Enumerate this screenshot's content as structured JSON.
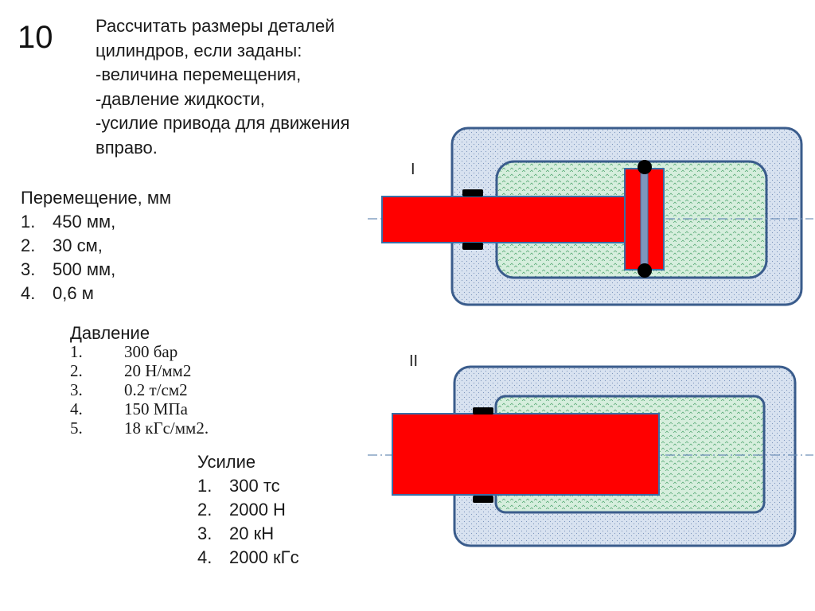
{
  "slide_number": "10",
  "task": {
    "lines": [
      "Рассчитать размеры деталей",
      "цилиндров, если заданы:",
      "-величина перемещения,",
      "-давление жидкости,",
      "-усилие привода для движения",
      "вправо."
    ]
  },
  "displacement": {
    "title": "Перемещение, мм",
    "items": [
      {
        "num": "1.",
        "value": "450 мм,"
      },
      {
        "num": "2.",
        "value": "30 см,"
      },
      {
        "num": "3.",
        "value": "500 мм,"
      },
      {
        "num": "4.",
        "value": "0,6 м"
      }
    ]
  },
  "pressure": {
    "title": "Давление",
    "items": [
      {
        "num": "1.",
        "value": "300 бар"
      },
      {
        "num": "2.",
        "value": "20  Н/мм2"
      },
      {
        "num": "3.",
        "value": "0.2 т/см2"
      },
      {
        "num": "4.",
        "value": "150  МПа"
      },
      {
        "num": "5.",
        "value": "18 кГс/мм2."
      }
    ]
  },
  "force": {
    "title": "Усилие",
    "items": [
      {
        "num": "1.",
        "value": "300 тс"
      },
      {
        "num": "2.",
        "value": "2000 Н"
      },
      {
        "num": "3.",
        "value": "20 кН"
      },
      {
        "num": "4.",
        "value": "2000 кГс"
      }
    ]
  },
  "diagram": {
    "label_cylinder_1": "I",
    "label_cylinder_2": "II",
    "colors": {
      "outer_fill": "#d8e2f0",
      "outline": "#3a5c8c",
      "fluid_fill": "#d6eedd",
      "fluid_mark": "#4aa36a",
      "rod_fill": "#ff0000",
      "rod_stroke": "#3a6ea5",
      "seal": "#000000",
      "axis": "#6e8fb8"
    }
  }
}
